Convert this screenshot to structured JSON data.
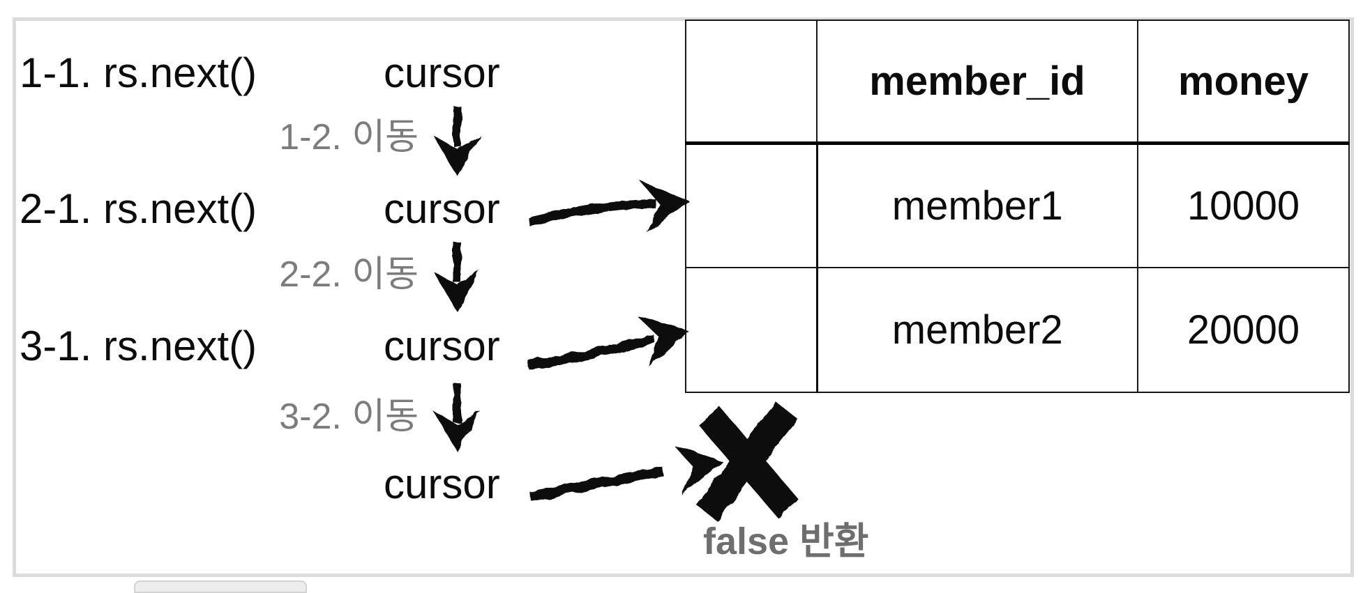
{
  "diagram": {
    "rows": [
      {
        "step": "1-1. rs.next()",
        "cursor": "cursor"
      },
      {
        "step": "2-1. rs.next()",
        "cursor": "cursor"
      },
      {
        "step": "3-1. rs.next()",
        "cursor": "cursor"
      },
      {
        "cursor": "cursor"
      }
    ],
    "moves": [
      "1-2. 이동",
      "2-2. 이동",
      "3-2. 이동"
    ],
    "result_label": "false 반환",
    "icons": {
      "down_arrow": "↓",
      "right_arrow": "→",
      "x_mark": "✗"
    }
  },
  "table": {
    "columns": [
      "",
      "member_id",
      "money"
    ],
    "rows": [
      {
        "marker": "",
        "member_id": "member1",
        "money": "10000"
      },
      {
        "marker": "",
        "member_id": "member2",
        "money": "20000"
      }
    ]
  },
  "colors": {
    "text": "#0c0c0c",
    "muted_text": "#7c7c7c",
    "result_text": "#6e6e6e",
    "table_border": "#161616",
    "frame_border": "#dcdcdc"
  }
}
